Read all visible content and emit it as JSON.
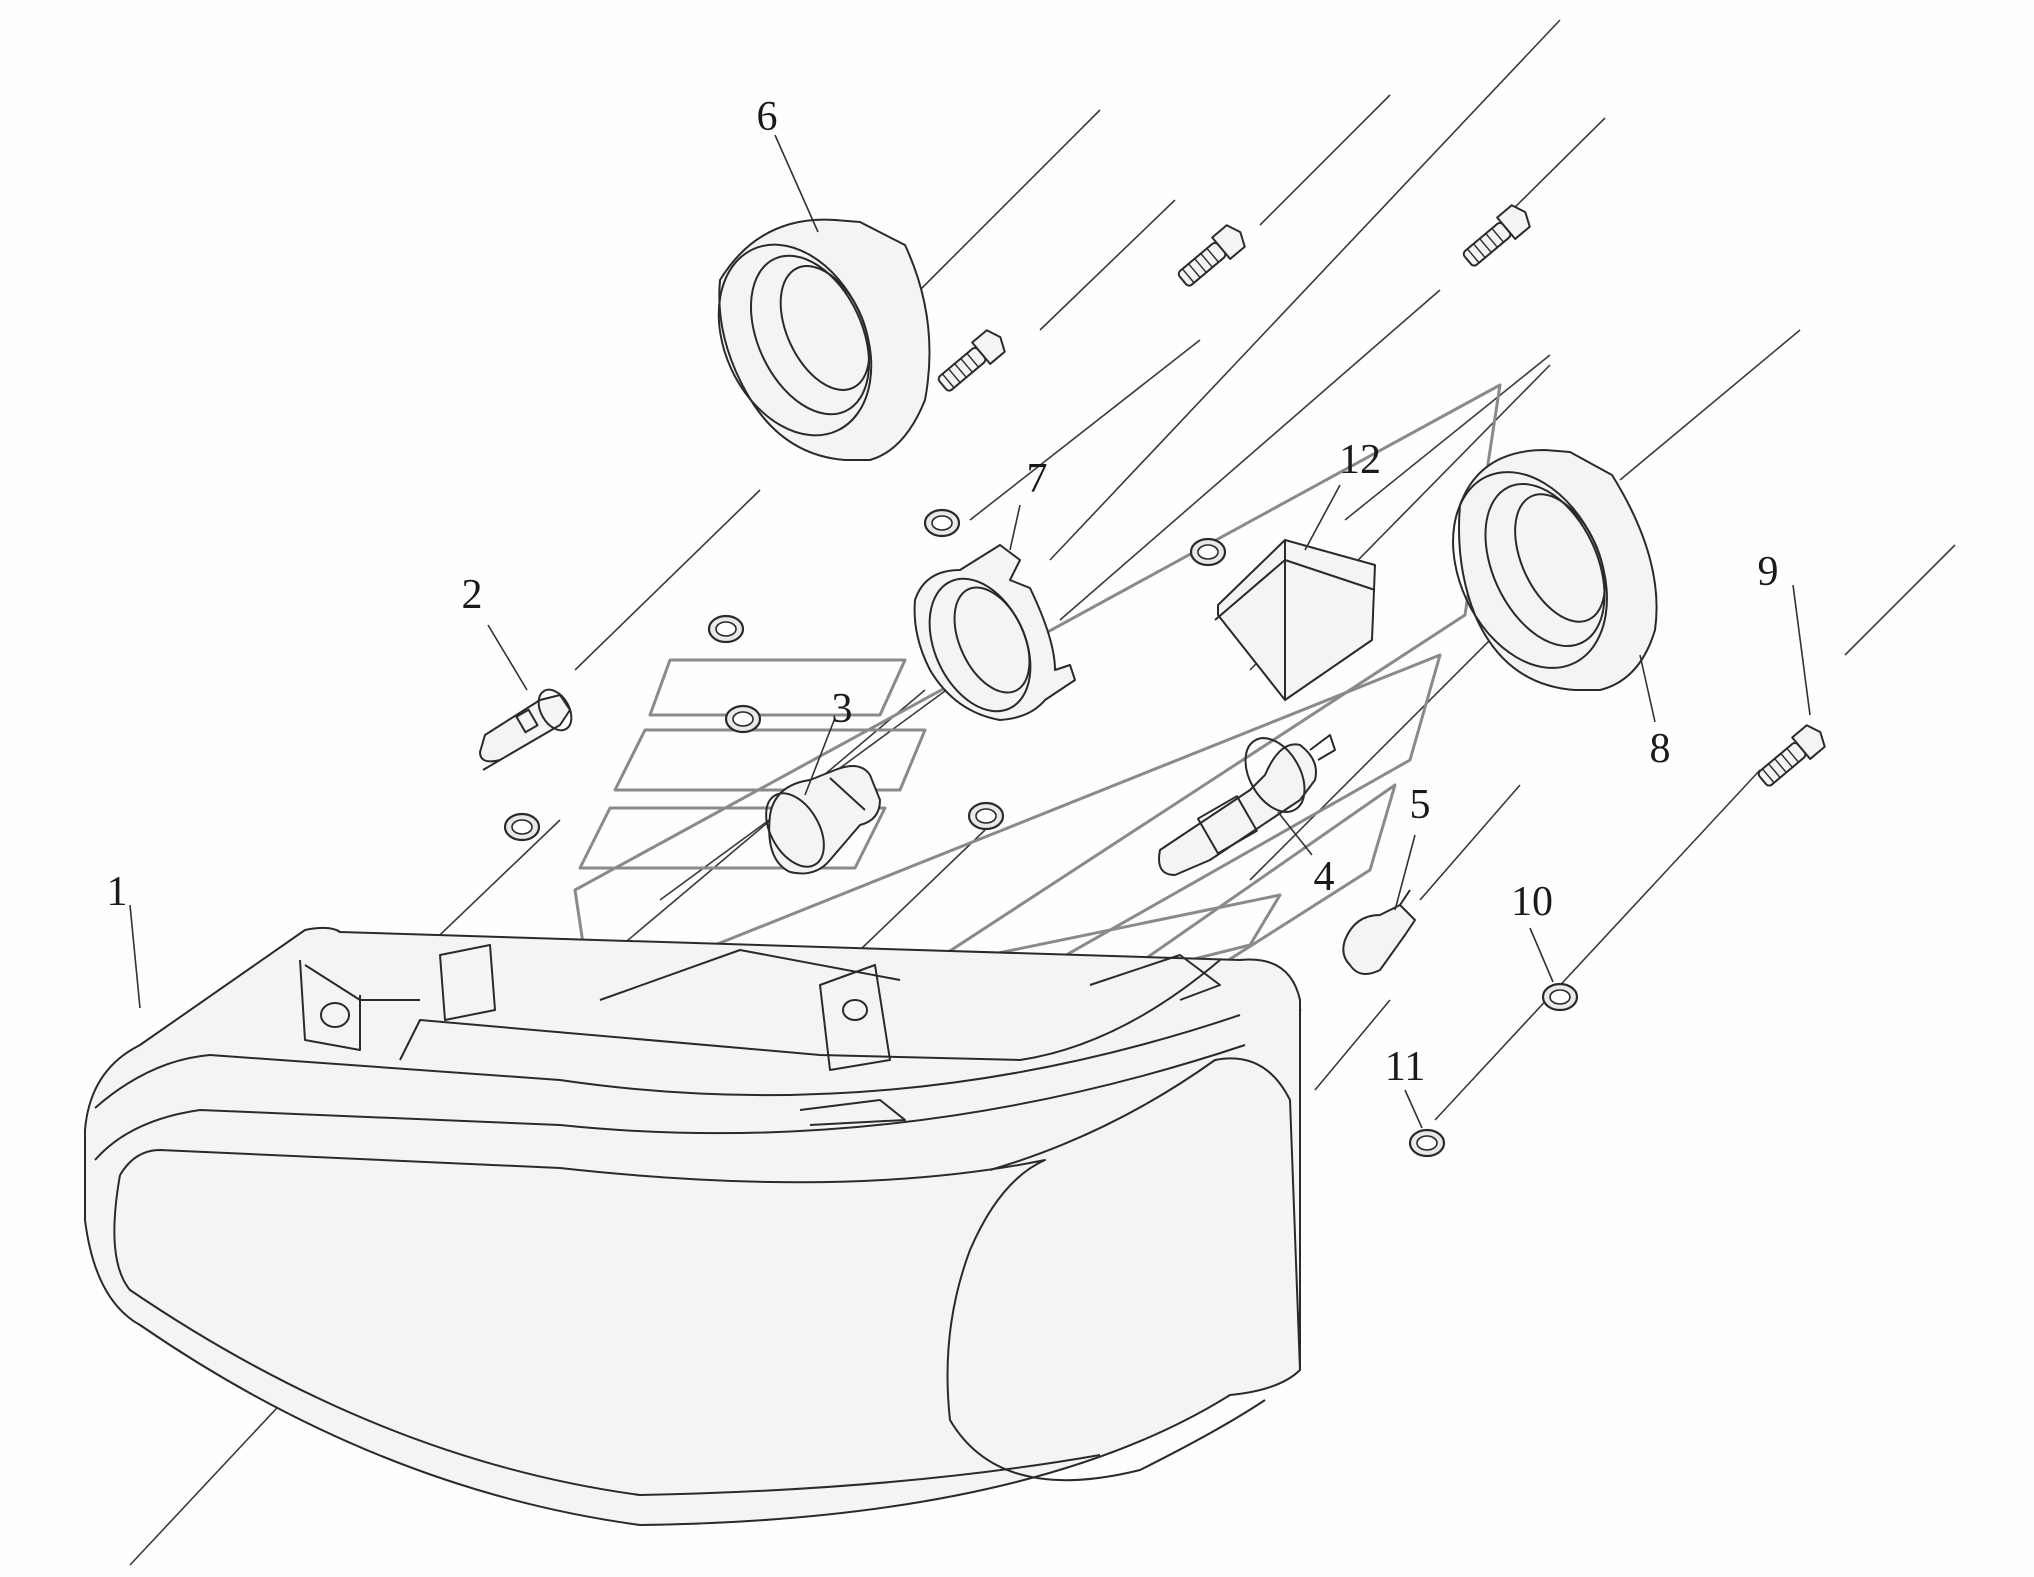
{
  "callouts": {
    "c1": "1",
    "c2": "2",
    "c3": "3",
    "c4": "4",
    "c5": "5",
    "c6": "6",
    "c7": "7",
    "c8": "8",
    "c9": "9",
    "c10": "10",
    "c11": "11",
    "c12": "12"
  },
  "colors": {
    "line": "#2a2a2a",
    "fill": "#f4f4f4",
    "watermark": "#8a8a8a",
    "background": "#fefefe"
  }
}
